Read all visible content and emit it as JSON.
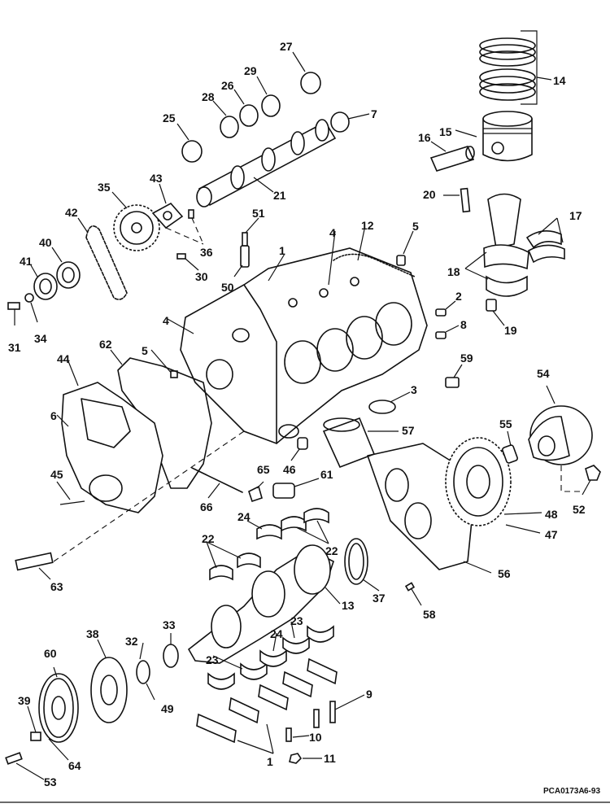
{
  "diagram": {
    "footer_code": "PCA0173A",
    "footer_date": "6-93",
    "callouts": [
      {
        "id": "c1a",
        "text": "1"
      },
      {
        "id": "c1b",
        "text": "1"
      },
      {
        "id": "c2",
        "text": "2"
      },
      {
        "id": "c3",
        "text": "3"
      },
      {
        "id": "c4a",
        "text": "4"
      },
      {
        "id": "c4b",
        "text": "4"
      },
      {
        "id": "c5a",
        "text": "5"
      },
      {
        "id": "c5b",
        "text": "5"
      },
      {
        "id": "c6",
        "text": "6"
      },
      {
        "id": "c7",
        "text": "7"
      },
      {
        "id": "c8",
        "text": "8"
      },
      {
        "id": "c9",
        "text": "9"
      },
      {
        "id": "c10",
        "text": "10"
      },
      {
        "id": "c11",
        "text": "11"
      },
      {
        "id": "c12",
        "text": "12"
      },
      {
        "id": "c13",
        "text": "13"
      },
      {
        "id": "c14",
        "text": "14"
      },
      {
        "id": "c15",
        "text": "15"
      },
      {
        "id": "c16",
        "text": "16"
      },
      {
        "id": "c17",
        "text": "17"
      },
      {
        "id": "c18",
        "text": "18"
      },
      {
        "id": "c19",
        "text": "19"
      },
      {
        "id": "c20",
        "text": "20"
      },
      {
        "id": "c21",
        "text": "21"
      },
      {
        "id": "c22a",
        "text": "22"
      },
      {
        "id": "c22b",
        "text": "22"
      },
      {
        "id": "c23a",
        "text": "23"
      },
      {
        "id": "c23b",
        "text": "23"
      },
      {
        "id": "c24a",
        "text": "24"
      },
      {
        "id": "c24b",
        "text": "24"
      },
      {
        "id": "c25",
        "text": "25"
      },
      {
        "id": "c26",
        "text": "26"
      },
      {
        "id": "c27",
        "text": "27"
      },
      {
        "id": "c28",
        "text": "28"
      },
      {
        "id": "c29",
        "text": "29"
      },
      {
        "id": "c30",
        "text": "30"
      },
      {
        "id": "c31",
        "text": "31"
      },
      {
        "id": "c32",
        "text": "32"
      },
      {
        "id": "c33",
        "text": "33"
      },
      {
        "id": "c34",
        "text": "34"
      },
      {
        "id": "c35",
        "text": "35"
      },
      {
        "id": "c36",
        "text": "36"
      },
      {
        "id": "c37",
        "text": "37"
      },
      {
        "id": "c38",
        "text": "38"
      },
      {
        "id": "c39",
        "text": "39"
      },
      {
        "id": "c40",
        "text": "40"
      },
      {
        "id": "c41",
        "text": "41"
      },
      {
        "id": "c42",
        "text": "42"
      },
      {
        "id": "c43",
        "text": "43"
      },
      {
        "id": "c44",
        "text": "44"
      },
      {
        "id": "c45",
        "text": "45"
      },
      {
        "id": "c46",
        "text": "46"
      },
      {
        "id": "c47",
        "text": "47"
      },
      {
        "id": "c48",
        "text": "48"
      },
      {
        "id": "c49",
        "text": "49"
      },
      {
        "id": "c50",
        "text": "50"
      },
      {
        "id": "c51",
        "text": "51"
      },
      {
        "id": "c52",
        "text": "52"
      },
      {
        "id": "c53",
        "text": "53"
      },
      {
        "id": "c54",
        "text": "54"
      },
      {
        "id": "c55",
        "text": "55"
      },
      {
        "id": "c56",
        "text": "56"
      },
      {
        "id": "c57",
        "text": "57"
      },
      {
        "id": "c58",
        "text": "58"
      },
      {
        "id": "c59",
        "text": "59"
      },
      {
        "id": "c60",
        "text": "60"
      },
      {
        "id": "c61",
        "text": "61"
      },
      {
        "id": "c62",
        "text": "62"
      },
      {
        "id": "c63",
        "text": "63"
      },
      {
        "id": "c64",
        "text": "64"
      },
      {
        "id": "c65",
        "text": "65"
      },
      {
        "id": "c66",
        "text": "66"
      }
    ]
  }
}
